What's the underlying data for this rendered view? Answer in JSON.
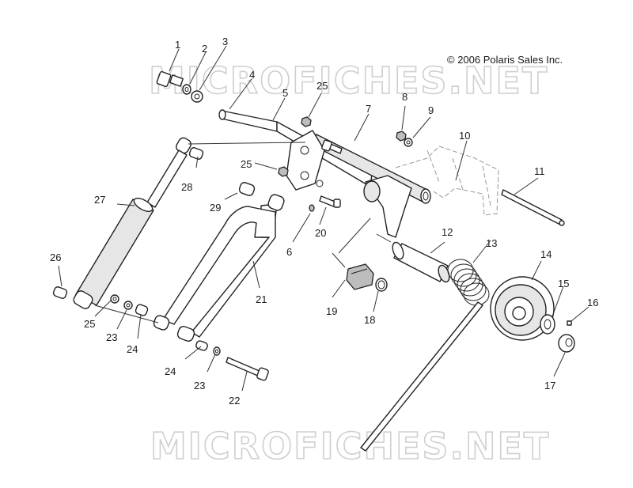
{
  "copyright": "© 2006 Polaris Sales Inc.",
  "watermark": "MICROFICHES.NET",
  "callouts": [
    {
      "id": "1",
      "text": "1"
    },
    {
      "id": "2",
      "text": "2"
    },
    {
      "id": "3",
      "text": "3"
    },
    {
      "id": "4",
      "text": "4"
    },
    {
      "id": "5",
      "text": "5"
    },
    {
      "id": "25a",
      "text": "25"
    },
    {
      "id": "7",
      "text": "7"
    },
    {
      "id": "8",
      "text": "8"
    },
    {
      "id": "9",
      "text": "9"
    },
    {
      "id": "10",
      "text": "10"
    },
    {
      "id": "11",
      "text": "11"
    },
    {
      "id": "25b",
      "text": "25"
    },
    {
      "id": "28",
      "text": "28"
    },
    {
      "id": "29",
      "text": "29"
    },
    {
      "id": "27",
      "text": "27"
    },
    {
      "id": "20",
      "text": "20"
    },
    {
      "id": "6",
      "text": "6"
    },
    {
      "id": "12",
      "text": "12"
    },
    {
      "id": "13",
      "text": "13"
    },
    {
      "id": "14",
      "text": "14"
    },
    {
      "id": "26",
      "text": "26"
    },
    {
      "id": "21",
      "text": "21"
    },
    {
      "id": "19",
      "text": "19"
    },
    {
      "id": "18",
      "text": "18"
    },
    {
      "id": "15",
      "text": "15"
    },
    {
      "id": "16",
      "text": "16"
    },
    {
      "id": "25c",
      "text": "25"
    },
    {
      "id": "23a",
      "text": "23"
    },
    {
      "id": "24a",
      "text": "24"
    },
    {
      "id": "24b",
      "text": "24"
    },
    {
      "id": "23b",
      "text": "23"
    },
    {
      "id": "22",
      "text": "22"
    },
    {
      "id": "17",
      "text": "17"
    }
  ]
}
